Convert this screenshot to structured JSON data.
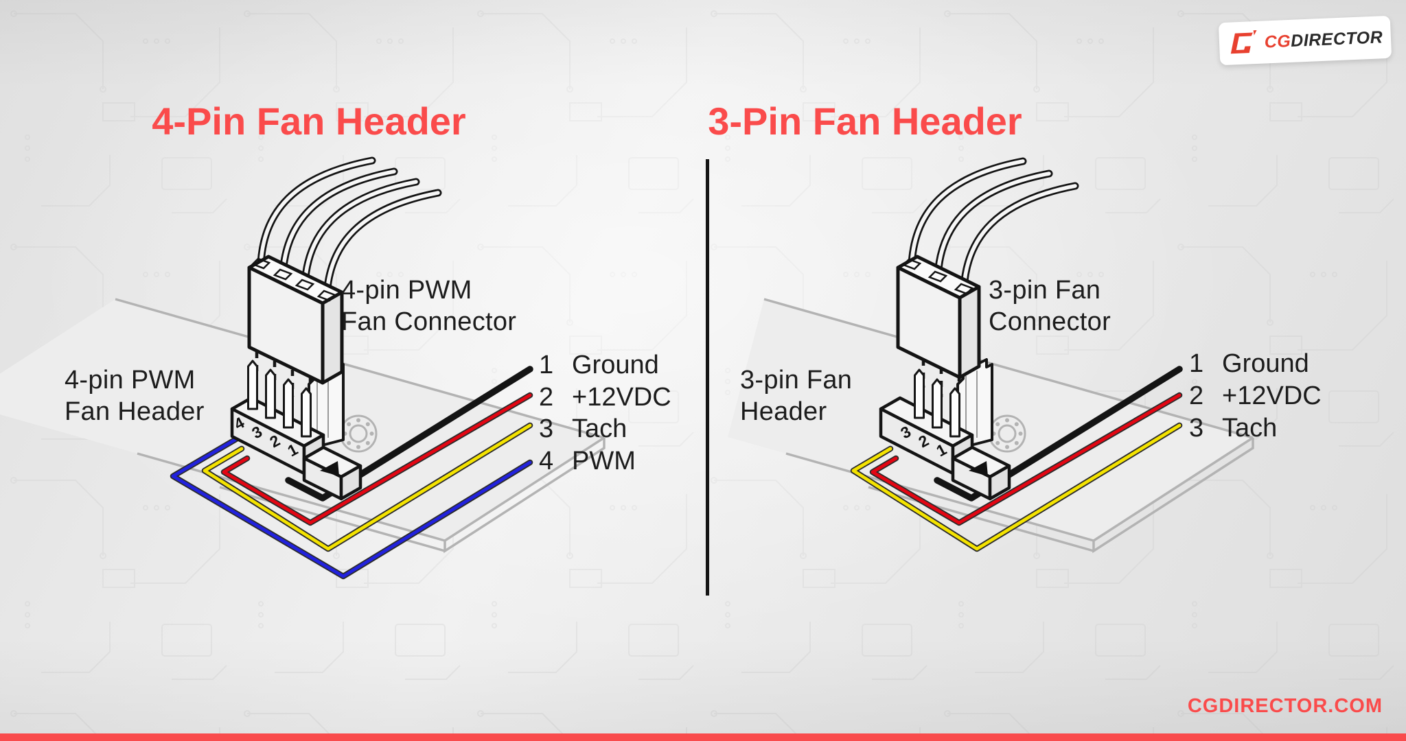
{
  "colors": {
    "accent": "#FA4B4B",
    "wire_black": "#141414",
    "wire_red": "#E30613",
    "wire_yellow": "#F4E300",
    "wire_blue": "#2222DD",
    "logo_red": "#E8402F",
    "logo_dark": "#2A2A2A"
  },
  "logo": {
    "cg": "CG",
    "director": "DIRECTOR"
  },
  "left": {
    "title": "4-Pin Fan Header",
    "connector_label": {
      "line1": "4-pin PWM",
      "line2": "Fan Connector"
    },
    "header_label": {
      "line1": "4-pin PWM",
      "line2": "Fan Header"
    },
    "header_pin_numbers": [
      "4",
      "3",
      "2",
      "1"
    ],
    "pins": [
      {
        "num": "1",
        "name": "Ground"
      },
      {
        "num": "2",
        "name": "+12VDC"
      },
      {
        "num": "3",
        "name": "Tach"
      },
      {
        "num": "4",
        "name": "PWM"
      }
    ]
  },
  "right": {
    "title": "3-Pin Fan Header",
    "connector_label": {
      "line1": "3-pin Fan",
      "line2": "Connector"
    },
    "header_label": {
      "line1": "3-pin Fan",
      "line2": "Header"
    },
    "header_pin_numbers": [
      "3",
      "2",
      "1"
    ],
    "pins": [
      {
        "num": "1",
        "name": "Ground"
      },
      {
        "num": "2",
        "name": "+12VDC"
      },
      {
        "num": "3",
        "name": "Tach"
      }
    ]
  },
  "footer": {
    "site": "CGDIRECTOR.COM"
  }
}
